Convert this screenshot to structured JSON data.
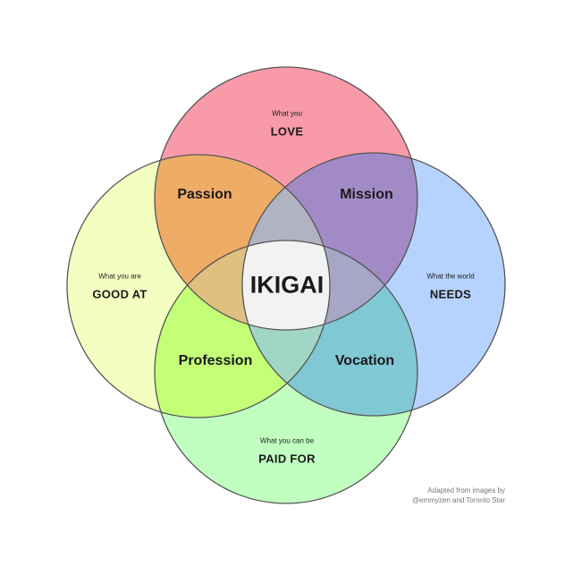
{
  "circles": {
    "love": {
      "small": "What you",
      "big": "LOVE",
      "color": "#f89aa8"
    },
    "good_at": {
      "small": "What you are",
      "big": "GOOD AT",
      "color": "#f3ffc0"
    },
    "needs": {
      "small": "What the world",
      "big": "NEEDS",
      "color": "#b6d3ff"
    },
    "paid_for": {
      "small": "What you can be",
      "big": "PAID FOR",
      "color": "#c0ffc0"
    }
  },
  "regions": {
    "passion": {
      "label": "Passion",
      "color": "#eeac66"
    },
    "mission": {
      "label": "Mission",
      "color": "#a28ac6"
    },
    "profession": {
      "label": "Profession",
      "color": "#c4ff78"
    },
    "vocation": {
      "label": "Vocation",
      "color": "#80c8d4"
    },
    "triple_top": {
      "color": "#b0b3c2"
    },
    "triple_left": {
      "color": "#dfc080"
    },
    "triple_right": {
      "color": "#a6a6c6"
    },
    "triple_bottom": {
      "color": "#a0d6c6"
    },
    "center": {
      "label": "IKIGAI",
      "color": "#f2f2f2"
    }
  },
  "outline_color": "#555555",
  "credit": {
    "line1": "Adapted from images by",
    "line2": "@emmyzen and Toronto Star"
  }
}
